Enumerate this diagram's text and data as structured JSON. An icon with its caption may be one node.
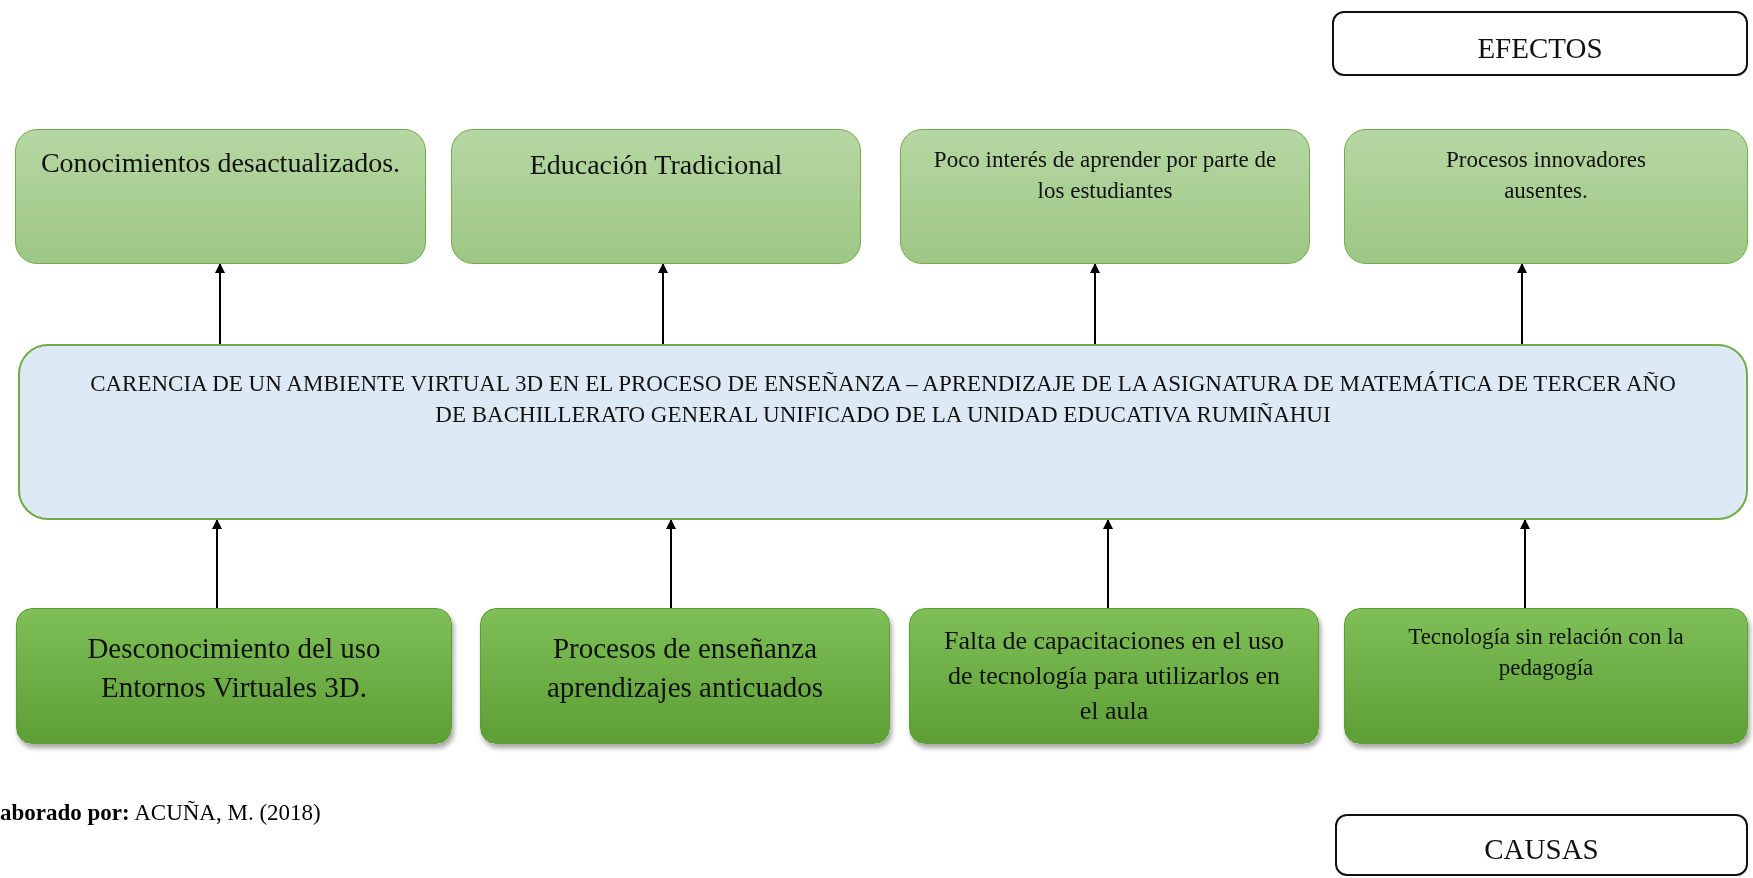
{
  "diagram": {
    "nodes": [
      {
        "text": [
          "EFECTOS"
        ]
      },
      {
        "text": [
          "Conocimientos desactualizados."
        ]
      },
      {
        "text": [
          "Educación Tradicional"
        ]
      },
      {
        "text": [
          "Poco interés de aprender por parte de los estudiantes"
        ]
      },
      {
        "text": [
          "Procesos innovadores ausentes."
        ]
      },
      {
        "text": [
          "CARENCIA DE UN AMBIENTE VIRTUAL 3D EN EL PROCESO DE ENSEÑANZA – APRENDIZAJE DE LA ASIGNATURA DE MATEMÁTICA DE TERCER AÑO DE BACHILLERATO GENERAL UNIFICADO DE LA UNIDAD EDUCATIVA RUMIÑAHUI"
        ]
      },
      {
        "text": [
          "Desconocimiento del uso Entornos Virtuales 3D."
        ]
      },
      {
        "text": [
          "Procesos de enseñanza aprendizajes anticuados"
        ]
      },
      {
        "text": [
          "Falta de capacitaciones en el uso de tecnología para utilizarlos en el aula"
        ]
      },
      {
        "text": [
          "Tecnología sin relación con la pedagogía"
        ]
      },
      {
        "text": [
          "CAUSAS"
        ]
      }
    ],
    "edges": [
      {
        "from": 5,
        "to": 1,
        "arrow": "to"
      },
      {
        "from": 5,
        "to": 2,
        "arrow": "to"
      },
      {
        "from": 5,
        "to": 3,
        "arrow": "to"
      },
      {
        "from": 5,
        "to": 4,
        "arrow": "to"
      },
      {
        "from": 6,
        "to": 5,
        "arrow": "to"
      },
      {
        "from": 7,
        "to": 5,
        "arrow": "to"
      },
      {
        "from": 8,
        "to": 5,
        "arrow": "to"
      },
      {
        "from": 9,
        "to": 5,
        "arrow": "to"
      }
    ],
    "labels": [
      "**aborado por:** ACUÑA, M. (2018)"
    ]
  }
}
